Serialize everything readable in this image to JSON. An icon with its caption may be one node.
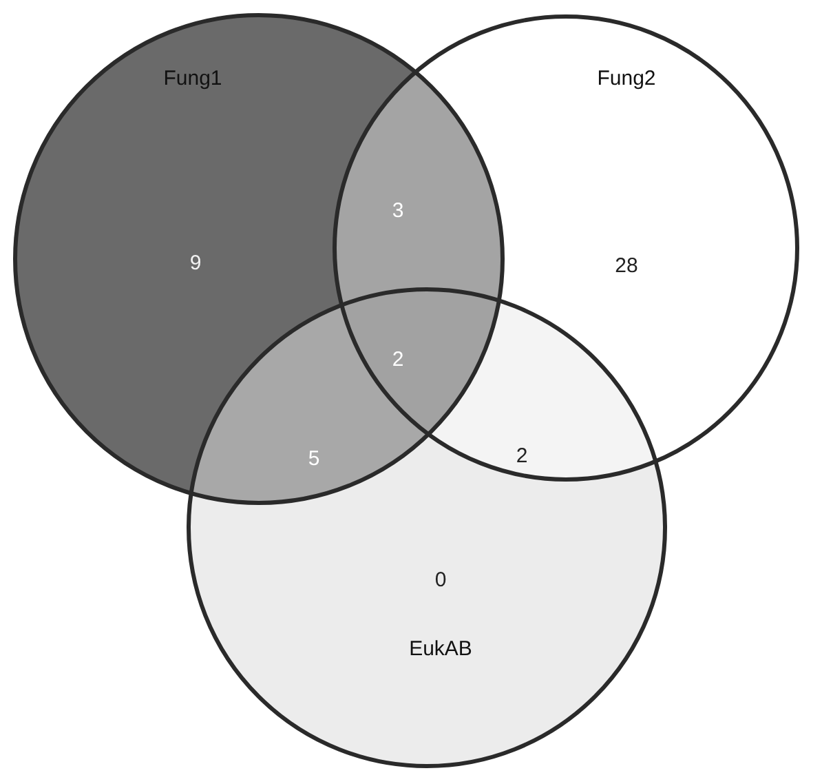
{
  "diagram": {
    "nodes": [
      {
        "text": [
          "Fung1",
          "9"
        ]
      },
      {
        "text": [
          "Fung2",
          "28"
        ]
      },
      {
        "text": [
          "0",
          "EukAB"
        ]
      }
    ],
    "labels": [
      "3",
      "2",
      "5",
      "2"
    ]
  }
}
